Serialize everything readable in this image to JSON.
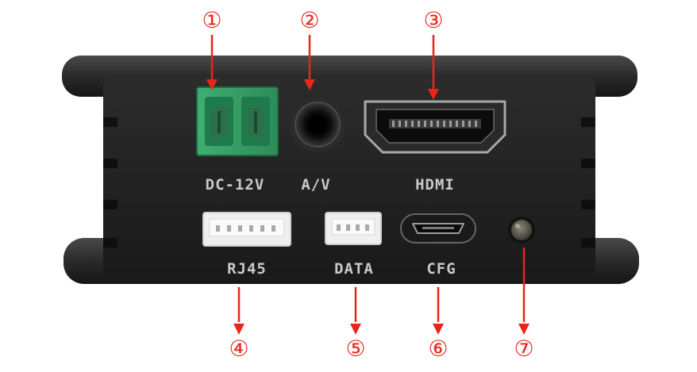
{
  "device": {
    "body_color": "#222222",
    "port_label_color": "#c9c9c9",
    "callout_color": "#e8261c"
  },
  "ports": [
    {
      "callout": "①",
      "label": "DC-12V",
      "icon": "green-terminal-block-icon"
    },
    {
      "callout": "②",
      "label": "A/V",
      "icon": "audio-jack-icon"
    },
    {
      "callout": "③",
      "label": "HDMI",
      "icon": "hdmi-port-icon"
    },
    {
      "callout": "④",
      "label": "RJ45",
      "icon": "six-pin-connector-icon"
    },
    {
      "callout": "⑤",
      "label": "DATA",
      "icon": "four-pin-connector-icon"
    },
    {
      "callout": "⑥",
      "label": "CFG",
      "icon": "micro-usb-port-icon"
    },
    {
      "callout": "⑦",
      "label": "",
      "icon": "led-indicator-icon"
    }
  ]
}
